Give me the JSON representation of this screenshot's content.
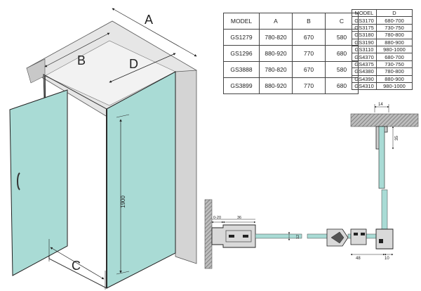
{
  "labels": {
    "a": "A",
    "b": "B",
    "c": "C",
    "d": "D",
    "height": "1900",
    "top_width": "14",
    "top_depth": "35",
    "wall_gap": "0-20",
    "profile_width": "36",
    "glass_thickness": "12",
    "profile_depth": "48",
    "end_offset": "10"
  },
  "table_models": {
    "headers": [
      "MODEL",
      "A",
      "B",
      "C"
    ],
    "rows": [
      [
        "GS1279",
        "780-820",
        "670",
        "580"
      ],
      [
        "GS1296",
        "880-920",
        "770",
        "680"
      ],
      [
        "GS3888",
        "780-820",
        "670",
        "580"
      ],
      [
        "GS3899",
        "880-920",
        "770",
        "680"
      ]
    ]
  },
  "table_d": {
    "headers": [
      "MODEL",
      "D"
    ],
    "rows": [
      [
        "GS3170",
        "680-700"
      ],
      [
        "GS3175",
        "730-750"
      ],
      [
        "GS3180",
        "780-800"
      ],
      [
        "GS3190",
        "880-900"
      ],
      [
        "GS3110",
        "980-1000"
      ],
      [
        "GS4370",
        "680-700"
      ],
      [
        "GS4375",
        "730-750"
      ],
      [
        "GS4380",
        "780-800"
      ],
      [
        "GS4390",
        "880-900"
      ],
      [
        "GS4310",
        "980-1000"
      ]
    ]
  },
  "colors": {
    "glass": "#a9dbd5",
    "glass_dark": "#8fcac2",
    "wall": "#dcdcdc",
    "wall_dark": "#c4c4c4",
    "line": "#222222",
    "profile": "#b0b0b0"
  }
}
